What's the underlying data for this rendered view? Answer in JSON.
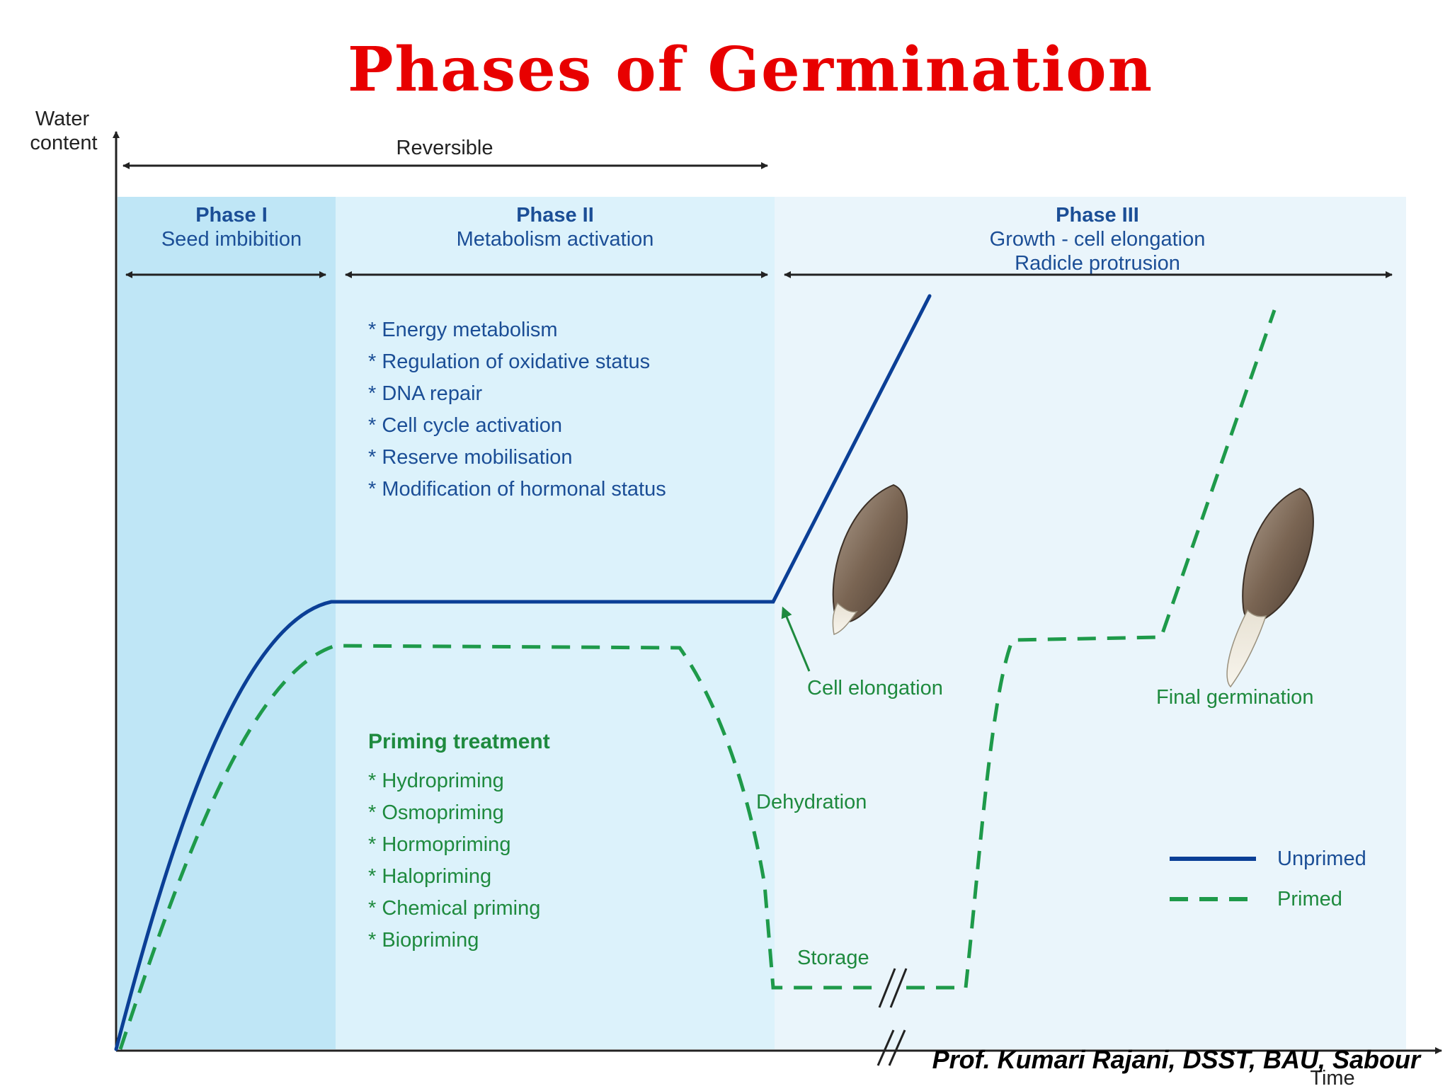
{
  "title": "Phases of Germination",
  "credit": "Prof. Kumari Rajani, DSST, BAU, Sabour",
  "axes": {
    "y_label_line1": "Water",
    "y_label_line2": "content",
    "x_label": "Time"
  },
  "reversible_label": "Reversible",
  "phases": [
    {
      "title": "Phase I",
      "subtitle": "Seed imbibition",
      "subtitle2": ""
    },
    {
      "title": "Phase II",
      "subtitle": "Metabolism activation",
      "subtitle2": ""
    },
    {
      "title": "Phase III",
      "subtitle": "Growth - cell elongation",
      "subtitle2": "Radicle protrusion"
    }
  ],
  "phase2_processes": [
    "* Energy metabolism",
    "* Regulation of oxidative status",
    "* DNA repair",
    "* Cell cycle activation",
    "* Reserve mobilisation",
    "* Modification of hormonal status"
  ],
  "priming": {
    "heading": "Priming treatment",
    "items": [
      "* Hydropriming",
      "* Osmopriming",
      "* Hormopriming",
      "* Halopriming",
      "* Chemical priming",
      "* Biopriming"
    ]
  },
  "annotations": {
    "cell_elongation": "Cell elongation",
    "dehydration": "Dehydration",
    "storage": "Storage",
    "final_germination": "Final germination"
  },
  "legend": [
    {
      "label": "Unprimed",
      "color": "#0b3f96",
      "style": "solid"
    },
    {
      "label": "Primed",
      "color": "#1e9a4a",
      "style": "dashed"
    }
  ],
  "colors": {
    "phase1_bg": "#bfe6f6",
    "phase2_bg": "#dcf2fb",
    "phase3_bg": "#eaf5fb",
    "blue_text": "#1b4e96",
    "green_text": "#1e8a3e"
  }
}
